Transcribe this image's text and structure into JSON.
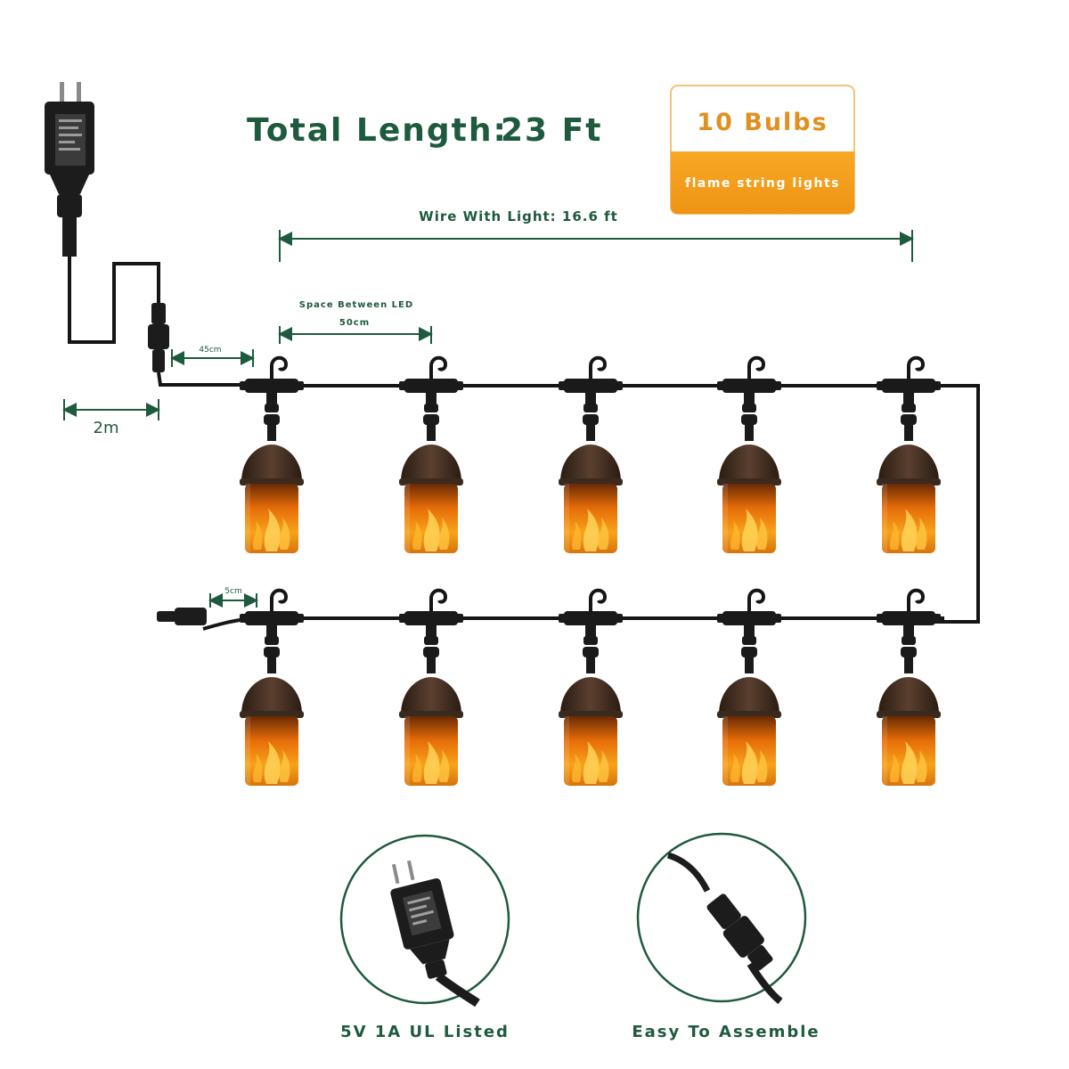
{
  "title": {
    "label": "Total  Length:",
    "value": "23 Ft"
  },
  "badge": {
    "main": "10 Bulbs",
    "sub": "flame  string  lights",
    "accent_color": "#f5a020",
    "text_color": "#e0901e"
  },
  "dimensions": {
    "wire_with_light": "Wire With Light: 16.6 ft",
    "space_between_label": "Space Between LED",
    "space_between_value": "50cm",
    "lead_45": "45cm",
    "cord_2m": "2m",
    "end_5cm": "5cm"
  },
  "details": [
    {
      "caption": "5V 1A  UL Listed",
      "icon": "power-adapter-icon"
    },
    {
      "caption": "Easy  To  Assemble",
      "icon": "cable-connector-icon"
    }
  ],
  "colors": {
    "label_green": "#1e5a3d",
    "flame_orange": "#f08a10",
    "wire_black": "#151515"
  },
  "bulb_rows": 2,
  "bulbs_per_row": 5
}
